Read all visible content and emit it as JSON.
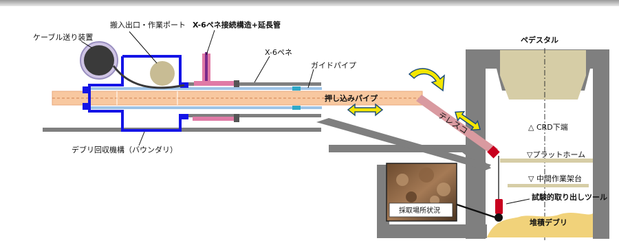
{
  "labels": {
    "cable_feeder": "ケーブル送り装置",
    "entry_port": "搬入出口・作業ポート",
    "connection": "X-6ペネ接続構造+延長管",
    "x6_pene": "X-6ペネ",
    "guide_pipe": "ガイドパイプ",
    "push_pipe": "押し込みパイプ",
    "boundary": "デブリ回収機構（バウンダリ）",
    "telescope": "テレスコ",
    "pedestal": "ペデスタル",
    "crd_bottom": "△ CRD下端",
    "platform": "▽プラットホーム",
    "mid_platform": "▽ 中間作業架台",
    "sampling_tool": "試験的取り出しツール",
    "deposit_debris": "堆積デブリ",
    "photo_caption": "採取場所状況"
  },
  "colors": {
    "boundary_blue": "#1414e6",
    "push_pipe_orange": "#f8c8a0",
    "grey_structure": "#7f7f7f",
    "pedestal_beige": "#d6cda6",
    "telescope_pink": "#d99aa0",
    "tool_red": "#c8001e",
    "connection_pink": "#e07aa6",
    "debris_yellow": "#f1d27a",
    "arrow_yellow": "#f4e600"
  }
}
